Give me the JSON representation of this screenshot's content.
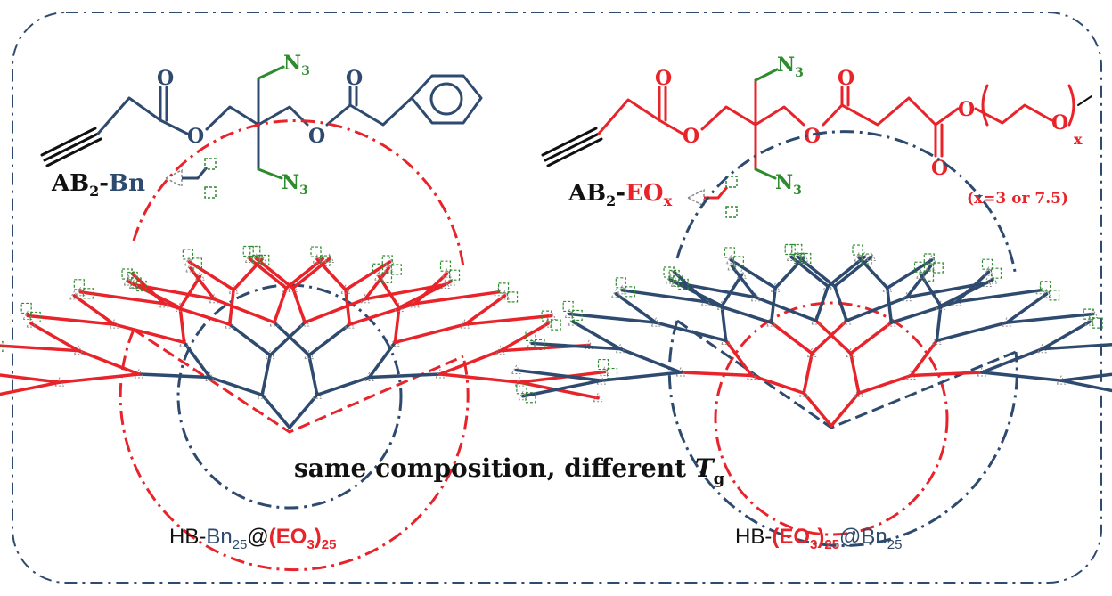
{
  "colors": {
    "navy": "#2e4a6e",
    "red": "#e8232a",
    "green": "#2e8b2e",
    "gray": "#8a8a8a",
    "black": "#111111"
  },
  "molecule_bn": {
    "carbonyl_o_1": "O",
    "carbonyl_o_2": "O",
    "ester_o_1": "O",
    "ester_o_2": "O",
    "azide_top": "N",
    "azide_top_sub": "3",
    "azide_bottom": "N",
    "azide_bottom_sub": "3",
    "label_prefix": "AB",
    "label_sub": "2",
    "label_dash": "-",
    "label_suffix": "Bn"
  },
  "molecule_eo": {
    "carbonyl_o_1": "O",
    "carbonyl_o_2": "O",
    "carbonyl_o_3": "O",
    "ester_o_1": "O",
    "ester_o_2": "O",
    "ester_o_3": "O",
    "ether_o": "O",
    "repeat_sub": "x",
    "azide_top": "N",
    "azide_top_sub": "3",
    "azide_bottom": "N",
    "azide_bottom_sub": "3",
    "label_prefix": "AB",
    "label_sub": "2",
    "label_dash": "-",
    "label_eo": "EO",
    "label_x": "x",
    "note": "(x=3 or 7.5)"
  },
  "caption": {
    "text": "same composition, different ",
    "tg": "T",
    "tg_sub": "g"
  },
  "left_polymer": {
    "hb": "HB-",
    "bn": "Bn",
    "bn_sub": "25",
    "at": "@",
    "eo": "(EO",
    "eo_sub": "3",
    "close": ")",
    "close_sub": "25"
  },
  "right_polymer": {
    "hb": "HB-",
    "eo": "(EO",
    "eo_sub": "3",
    "close": ")",
    "close_sub": "25",
    "at": "@Bn",
    "bn_sub": "25"
  }
}
